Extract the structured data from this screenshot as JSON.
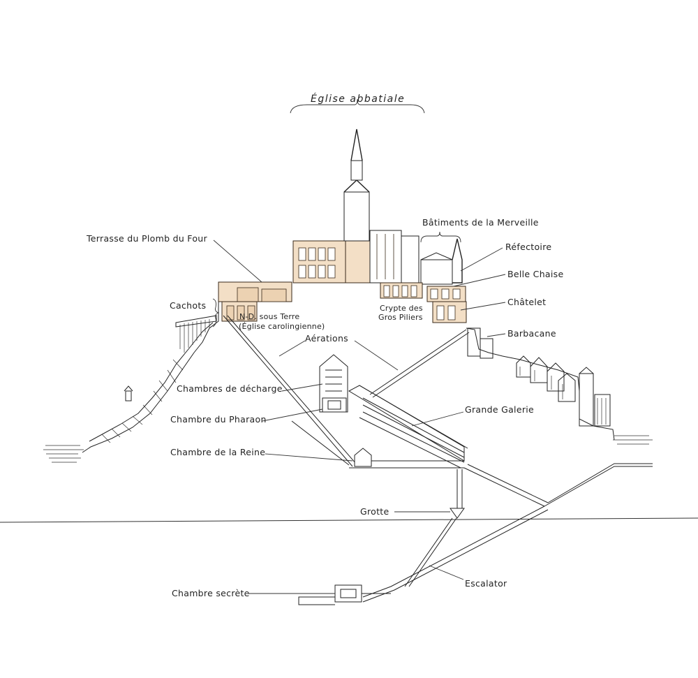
{
  "diagram": {
    "title": "Église abbatiale",
    "labels": {
      "terrasse": "Terrasse du Plomb du Four",
      "batiments": "Bâtiments de la Merveille",
      "refectoire": "Réfectoire",
      "belle_chaise": "Belle Chaise",
      "chatelet": "Châtelet",
      "barbacane": "Barbacane",
      "cachots": "Cachots",
      "nd_sous_terre": "N-D. sous Terre",
      "eglise_carolingienne": "(Église carolingienne)",
      "crypte_1": "Crypte des",
      "crypte_2": "Gros Piliers",
      "aerations": "Aérations",
      "chambres_decharge": "Chambres de décharge",
      "chambre_pharaon": "Chambre du Pharaon",
      "grande_galerie": "Grande Galerie",
      "chambre_reine": "Chambre de la Reine",
      "grotte": "Grotte",
      "escalator": "Escalator",
      "chambre_secrete": "Chambre secrète"
    }
  }
}
